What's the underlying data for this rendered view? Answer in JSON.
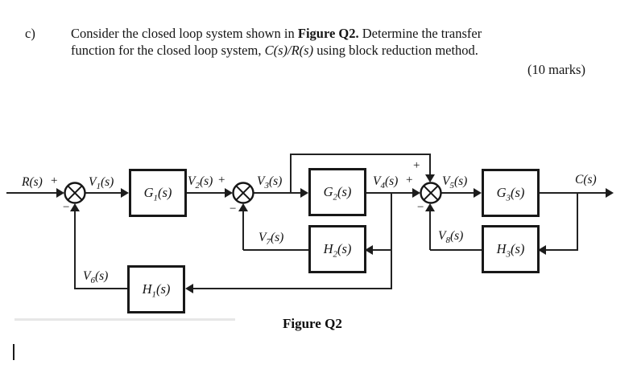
{
  "question": {
    "item_label": "c)",
    "line1": {
      "t1": "Consider the closed loop system shown in ",
      "bold": "Figure Q2.",
      "t2": " Determine the transfer"
    },
    "line2": {
      "t1": "function for the closed loop system, ",
      "italic": "C(s)/R(s)",
      "t2": " using block reduction method."
    },
    "marks": "(10 marks)"
  },
  "diagram": {
    "caption": "Figure Q2",
    "signs": {
      "plus": "+",
      "minus": "−"
    },
    "signals": {
      "r": {
        "pre": "R",
        "sub": "",
        "post": "(s)"
      },
      "v1": {
        "pre": "V",
        "sub": "1",
        "post": "(s)"
      },
      "v2": {
        "pre": "V",
        "sub": "2",
        "post": "(s)"
      },
      "v3": {
        "pre": "V",
        "sub": "3",
        "post": "(s)"
      },
      "v4": {
        "pre": "V",
        "sub": "4",
        "post": "(s)"
      },
      "v5": {
        "pre": "V",
        "sub": "5",
        "post": "(s)"
      },
      "v6": {
        "pre": "V",
        "sub": "6",
        "post": "(s)"
      },
      "v7": {
        "pre": "V",
        "sub": "7",
        "post": "(s)"
      },
      "v8": {
        "pre": "V",
        "sub": "8",
        "post": "(s)"
      },
      "c": {
        "pre": "C",
        "sub": "",
        "post": "(s)"
      }
    },
    "blocks": {
      "g1": {
        "pre": "G",
        "sub": "1",
        "post": "(s)"
      },
      "g2": {
        "pre": "G",
        "sub": "2",
        "post": "(s)"
      },
      "g3": {
        "pre": "G",
        "sub": "3",
        "post": "(s)"
      },
      "h1": {
        "pre": "H",
        "sub": "1",
        "post": "(s)"
      },
      "h2": {
        "pre": "H",
        "sub": "2",
        "post": "(s)"
      },
      "h3": {
        "pre": "H",
        "sub": "3",
        "post": "(s)"
      }
    }
  }
}
